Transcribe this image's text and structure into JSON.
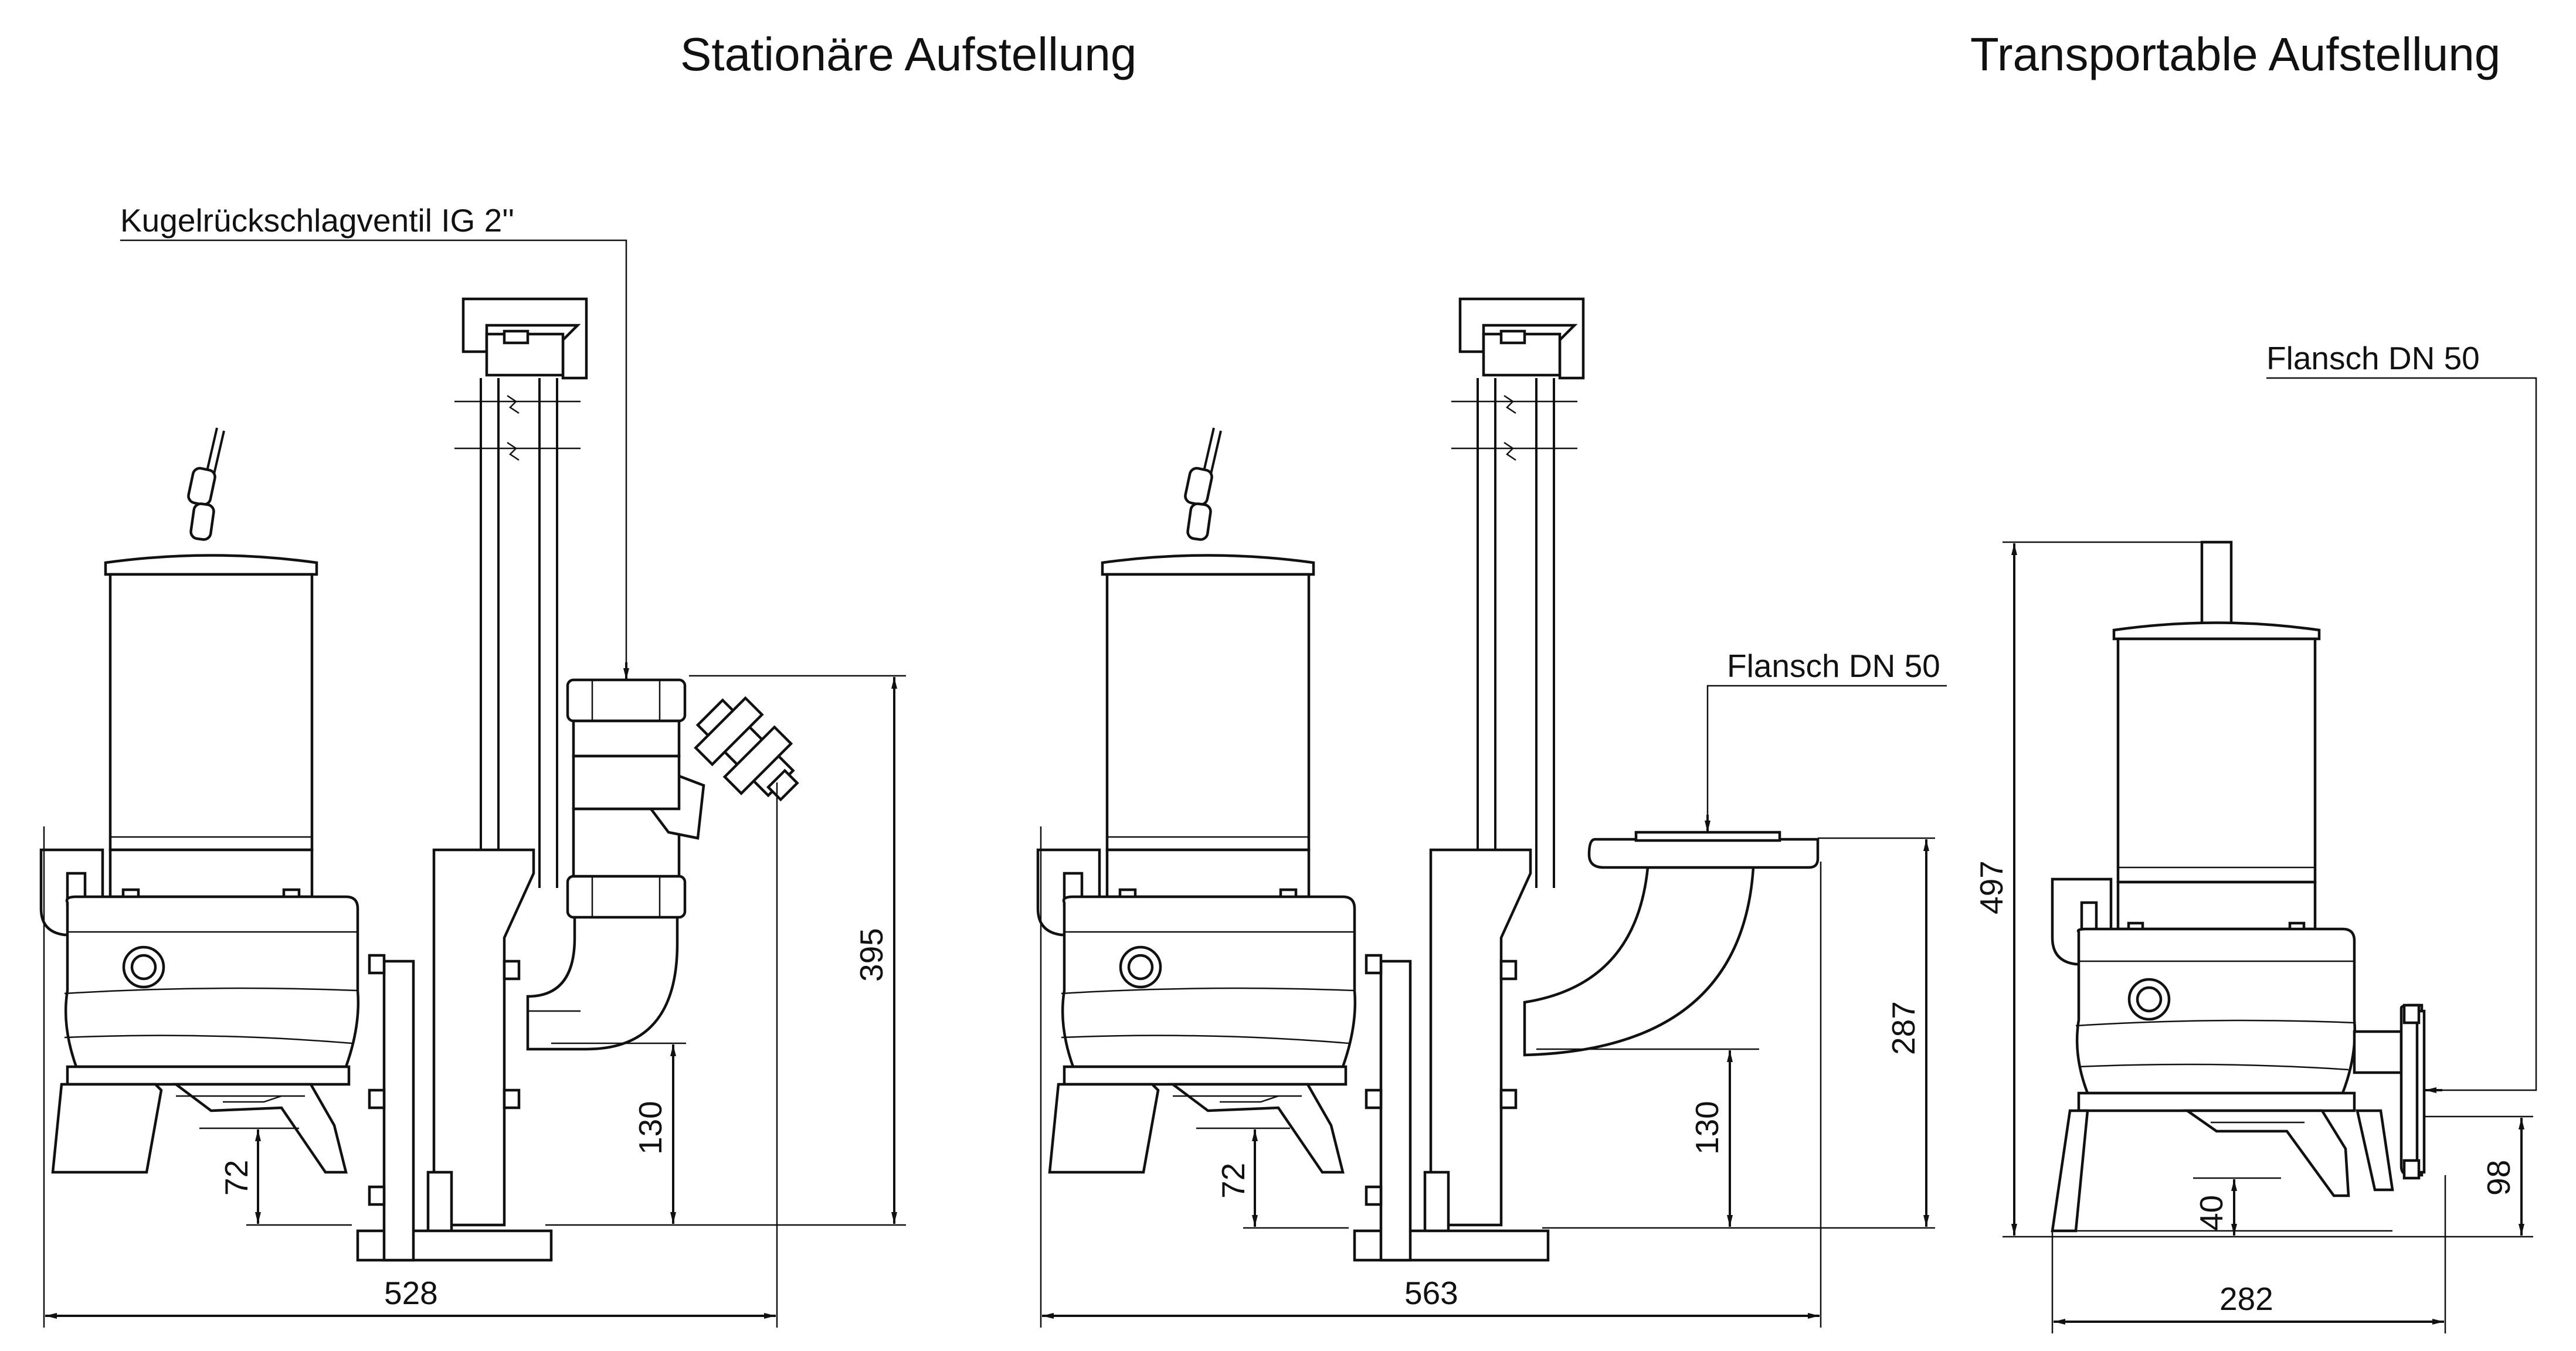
{
  "titles": {
    "stationary": "Stationäre Aufstellung",
    "transportable": "Transportable Aufstellung"
  },
  "callouts": {
    "check_valve": "Kugelrückschlagventil IG 2''",
    "flange_middle": "Flansch DN 50",
    "flange_right": "Flansch DN 50"
  },
  "dimensions": {
    "left": {
      "height_total": "395",
      "height_outlet": "130",
      "height_base": "72",
      "width": "528"
    },
    "middle": {
      "height_total": "287",
      "height_outlet": "130",
      "height_base": "72",
      "width": "563"
    },
    "right": {
      "height_total": "497",
      "height_outlet": "98",
      "height_base": "40",
      "width": "282"
    }
  }
}
